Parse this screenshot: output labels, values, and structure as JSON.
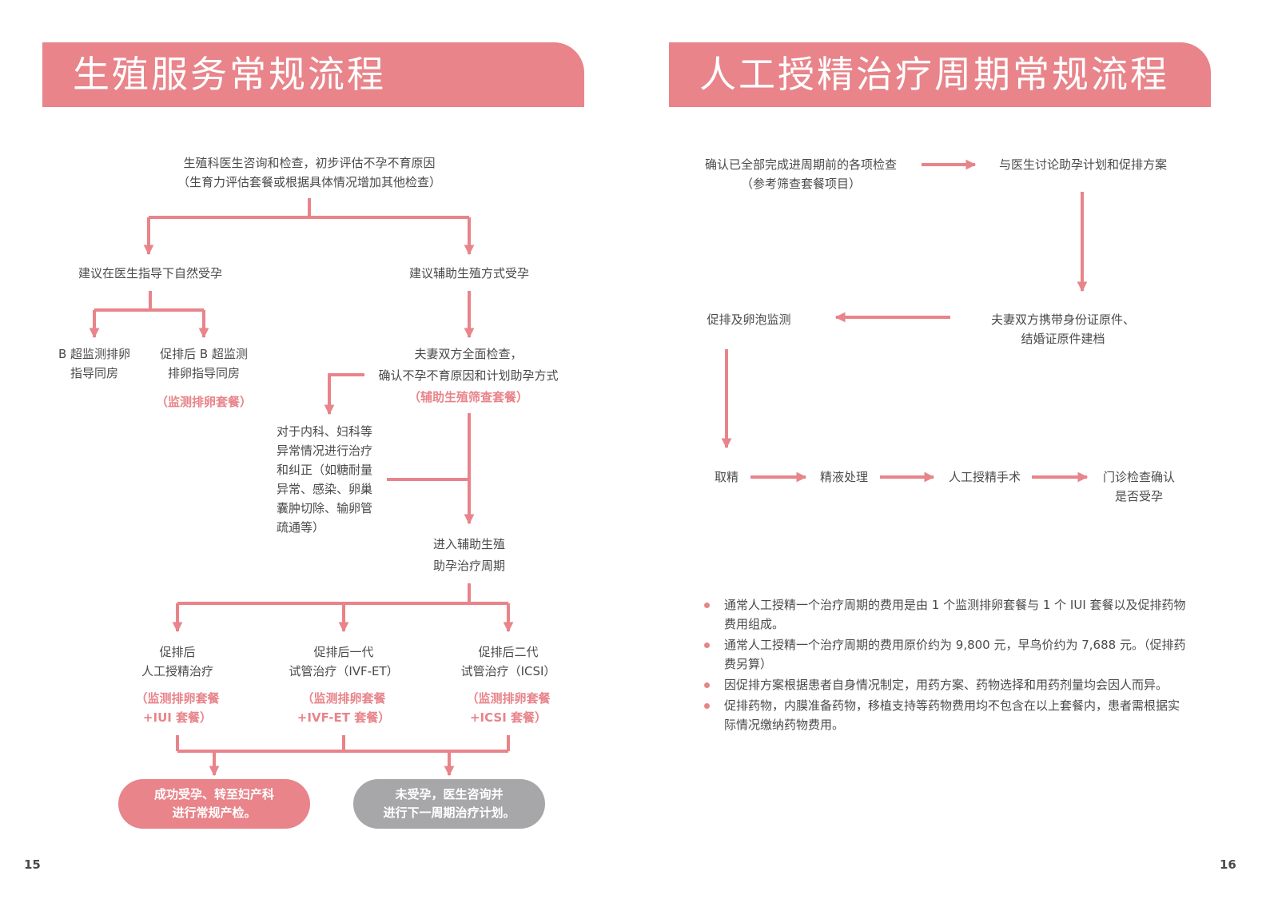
{
  "left": {
    "title": "生殖服务常规流程",
    "page_number": "15",
    "step1": [
      "生殖科医生咨询和检查，初步评估不孕不育原因",
      "（生育力评估套餐或根据具体情况增加其他检查）"
    ],
    "natural": "建议在医生指导下自然受孕",
    "assisted": "建议辅助生殖方式受孕",
    "b_ultrasound": [
      "B 超监测排卵",
      "指导同房"
    ],
    "induced_b": [
      "促排后 B 超监测",
      "排卵指导同房"
    ],
    "monitor_pkg": "（监测排卵套餐）",
    "couple_exam": [
      "夫妻双方全面检查，",
      "确认不孕不育原因和计划助孕方式",
      "（辅助生殖筛查套餐）"
    ],
    "treatment": [
      "对于内科、妇科等",
      "异常情况进行治疗",
      "和纠正（如糖耐量",
      "异常、感染、卵巢",
      "囊肿切除、输卵管",
      "疏通等）"
    ],
    "enter_cycle": [
      "进入辅助生殖",
      "助孕治疗周期"
    ],
    "iui": [
      "促排后",
      "人工授精治疗",
      "（监测排卵套餐",
      "+IUI 套餐）"
    ],
    "ivf": [
      "促排后一代",
      "试管治疗（IVF-ET）",
      "（监测排卵套餐",
      "+IVF-ET 套餐）"
    ],
    "icsi": [
      "促排后二代",
      "试管治疗（ICSI）",
      "（监测排卵套餐",
      "+ICSI 套餐）"
    ],
    "success": [
      "成功受孕、转至妇产科",
      "进行常规产检。"
    ],
    "fail": [
      "未受孕，医生咨询并",
      "进行下一周期治疗计划。"
    ]
  },
  "right": {
    "title": "人工授精治疗周期常规流程",
    "page_number": "16",
    "confirm": [
      "确认已全部完成进周期前的各项检查",
      "（参考筛查套餐项目）"
    ],
    "discuss": "与医生讨论助孕计划和促排方案",
    "documents": [
      "夫妻双方携带身份证原件、",
      "结婚证原件建档"
    ],
    "monitor": "促排及卵泡监测",
    "sperm": "取精",
    "processing": "精液处理",
    "insemination": "人工授精手术",
    "check": [
      "门诊检查确认",
      "是否受孕"
    ],
    "notes": [
      "通常人工授精一个治疗周期的费用是由 1 个监测排卵套餐与 1 个 IUI 套餐以及促排药物费用组成。",
      "通常人工授精一个治疗周期的费用原价约为 9,800 元，早鸟价约为 7,688 元。（促排药费另算）",
      "因促排方案根据患者自身情况制定，用药方案、药物选择和用药剂量均会因人而异。",
      "促排药物，内膜准备药物，移植支持等药物费用均不包含在以上套餐内，患者需根据实际情况缴纳药物费用。"
    ]
  },
  "colors": {
    "accent": "#e8848a",
    "gray_pill": "#a7a7a9",
    "text": "#4a4a4a"
  }
}
